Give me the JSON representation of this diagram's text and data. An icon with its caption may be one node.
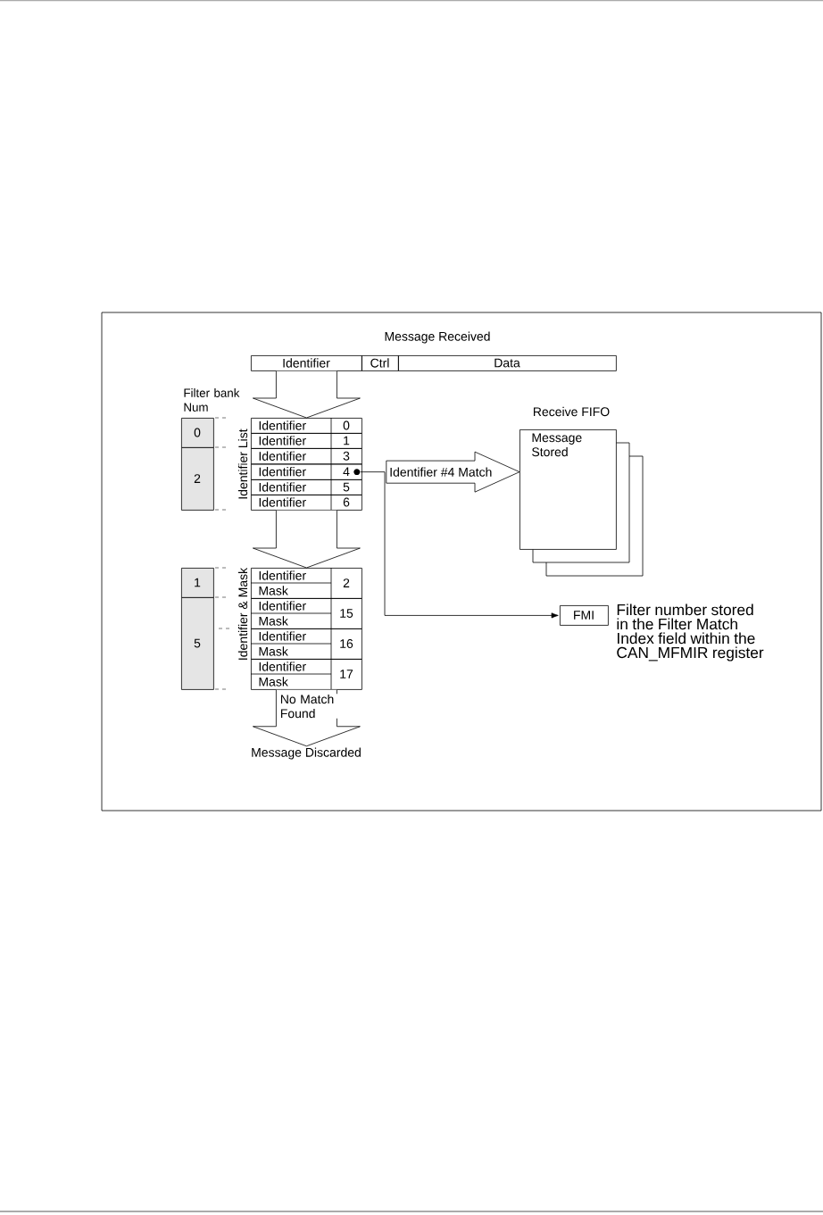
{
  "diagram": {
    "nodes": [
      {
        "text": [
          "Identifier"
        ]
      },
      {
        "text": [
          "Ctrl"
        ]
      },
      {
        "text": [
          "Data"
        ]
      },
      {
        "text": [
          "0"
        ]
      },
      {
        "text": [
          "2"
        ]
      },
      {
        "text": [
          "1"
        ]
      },
      {
        "text": [
          "5"
        ]
      },
      {
        "text": [
          "Identifier",
          "0"
        ]
      },
      {
        "text": [
          "Identifier",
          "1"
        ]
      },
      {
        "text": [
          "Identifier",
          "3"
        ]
      },
      {
        "text": [
          "Identifier",
          "4"
        ]
      },
      {
        "text": [
          "Identifier",
          "5"
        ]
      },
      {
        "text": [
          "Identifier",
          "6"
        ]
      },
      {
        "text": [
          "Identifier",
          "Mask",
          "2"
        ]
      },
      {
        "text": [
          "Identifier",
          "Mask",
          "15"
        ]
      },
      {
        "text": [
          "Identifier",
          "Mask",
          "16"
        ]
      },
      {
        "text": [
          "Identifier",
          "Mask",
          "17"
        ]
      },
      {
        "text": [
          "Receive FIFO",
          "Message Stored"
        ]
      },
      {
        "text": [
          "FMI"
        ],
        "beside": [
          "Filter number stored in the Filter Match Index field within the CAN_MFMIR register"
        ]
      },
      {
        "text": [
          "Message Discarded"
        ]
      },
      {
        "text": [],
        "shape": "circle",
        "in": 10
      }
    ],
    "edges": [
      {
        "from": 0,
        "to": 7,
        "arrow": "to"
      },
      {
        "from": 12,
        "to": 13,
        "arrow": "to"
      },
      {
        "from": 10,
        "to": 17,
        "arrow": "to",
        "label": "Identifier #4 Match"
      },
      {
        "from": 20,
        "to": 18,
        "arrow": "to"
      },
      {
        "from": 16,
        "to": 19,
        "arrow": "to",
        "label": "No Match Found"
      }
    ],
    "labels": [
      "Message Received",
      "Filter bank Num",
      "Identifier List",
      "Identifier & Mask"
    ]
  }
}
